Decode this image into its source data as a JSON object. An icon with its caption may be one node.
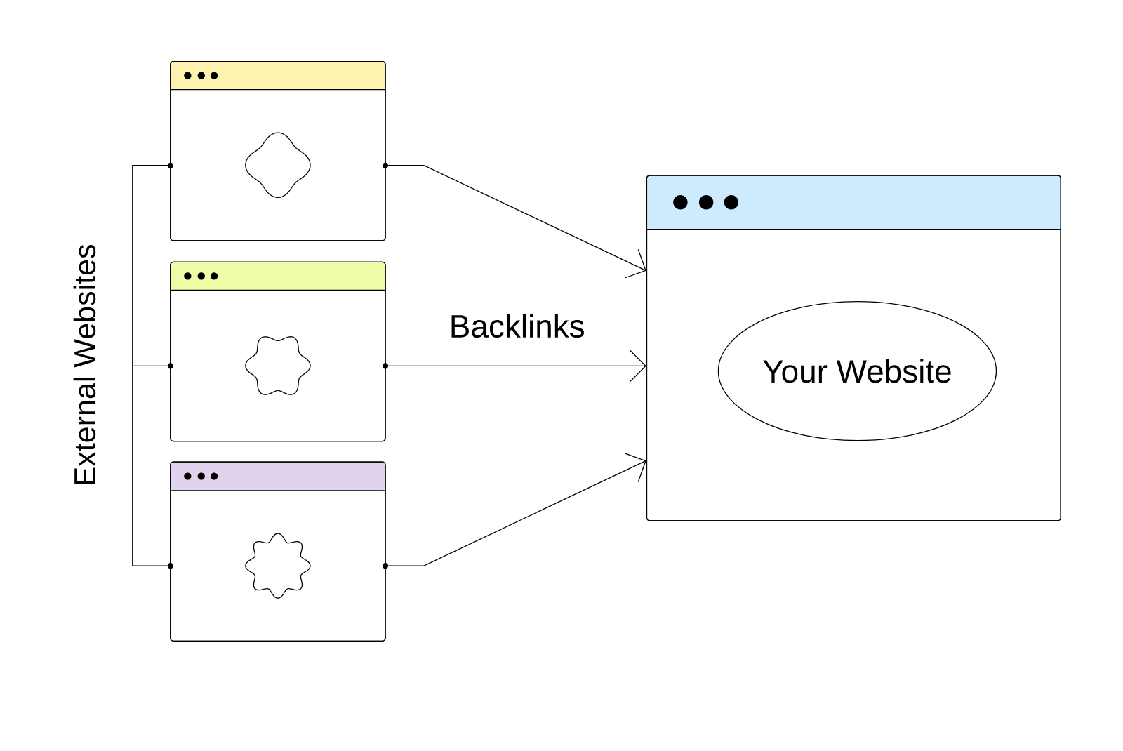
{
  "diagram": {
    "nodes": [
      {
        "text": [],
        "shape": "box"
      },
      {
        "text": [],
        "shape": "box"
      },
      {
        "text": [],
        "shape": "box"
      },
      {
        "text": [],
        "shape": "box"
      },
      {
        "text": [
          "Your Website"
        ],
        "in": 3
      }
    ],
    "edges": [
      {
        "from": 0,
        "to": 3,
        "arrow": "to"
      },
      {
        "from": 1,
        "to": 3,
        "arrow": "to",
        "label": "Backlinks"
      },
      {
        "from": 2,
        "to": 3,
        "arrow": "to"
      }
    ],
    "labels": [
      "External Websites"
    ]
  }
}
